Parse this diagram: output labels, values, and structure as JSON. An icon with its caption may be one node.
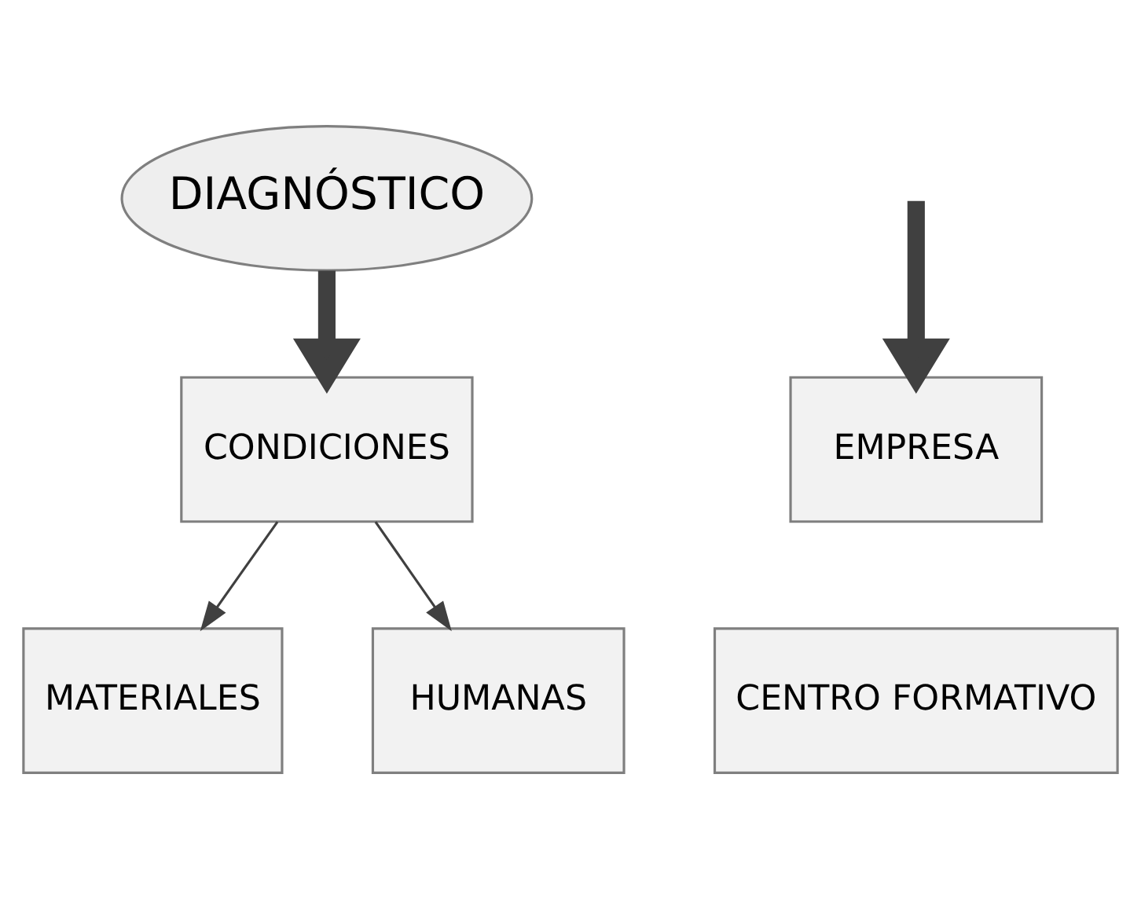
{
  "diagram": {
    "nodes": [
      {
        "text": [
          "DIAGNÓSTICO"
        ]
      },
      {
        "text": [
          "CONDICIONES"
        ]
      },
      {
        "text": [
          "MATERIALES"
        ]
      },
      {
        "text": [
          "HUMANAS"
        ]
      },
      {
        "text": [
          "EMPRESA"
        ]
      },
      {
        "text": [
          "CENTRO FORMATIVO"
        ]
      }
    ],
    "edges": [
      {
        "from": 0,
        "to": 1,
        "arrow": "to",
        "style": "thick"
      },
      {
        "from": 1,
        "to": 2,
        "arrow": "to"
      },
      {
        "from": 1,
        "to": 3,
        "arrow": "to"
      },
      {
        "from": null,
        "to": 4,
        "arrow": "to",
        "style": "thick"
      }
    ]
  }
}
